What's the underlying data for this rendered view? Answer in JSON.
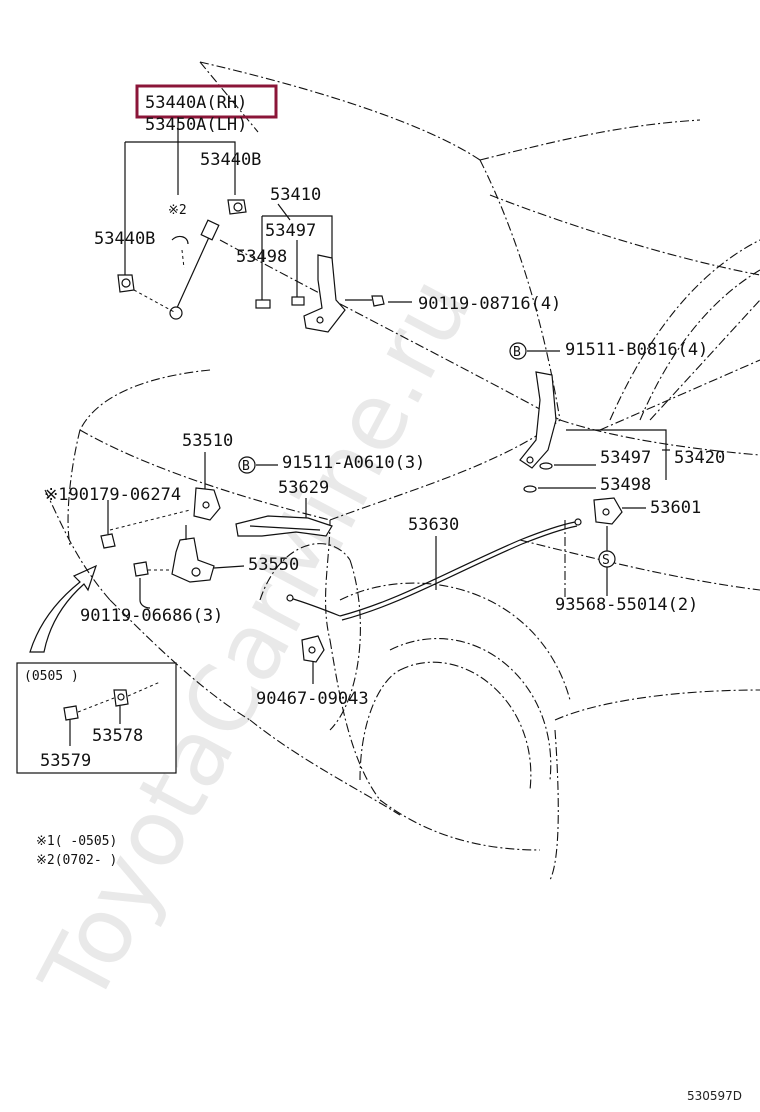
{
  "diagram": {
    "watermark": "ToyotaCarMine.ru",
    "highlight_color": "#8b1538",
    "labels": {
      "hl": "53440A(RH)",
      "p_53450a": "53450A(LH)",
      "p_53440b_top": "53440B",
      "p_53410": "53410",
      "p_mark2": "※2",
      "p_53440b_left": "53440B",
      "p_53497_top": "53497",
      "p_53498_top": "53498",
      "p_90119_08716": "90119-08716(4)",
      "p_91511_b0816": "91511-B0816(4)",
      "p_53510": "53510",
      "p_91511_a0610": "91511-A0610(3)",
      "p_90179": "※190179-06274",
      "p_53629": "53629",
      "p_53497_r": "53497",
      "p_53420": "53420",
      "p_53498_r": "53498",
      "p_53601": "53601",
      "p_53630": "53630",
      "p_53550": "53550",
      "p_90119_06686": "90119-06686(3)",
      "p_93568": "93568-55014(2)",
      "p_90467": "90467-09043",
      "inset_code": "(0505      )",
      "p_53578": "53578",
      "p_53579": "53579",
      "note1": "※1(     -0505)",
      "note2": "※2(0702-      )",
      "ref_code": "530597D",
      "circle_b1": "B",
      "circle_b2": "B",
      "circle_s": "S"
    }
  }
}
